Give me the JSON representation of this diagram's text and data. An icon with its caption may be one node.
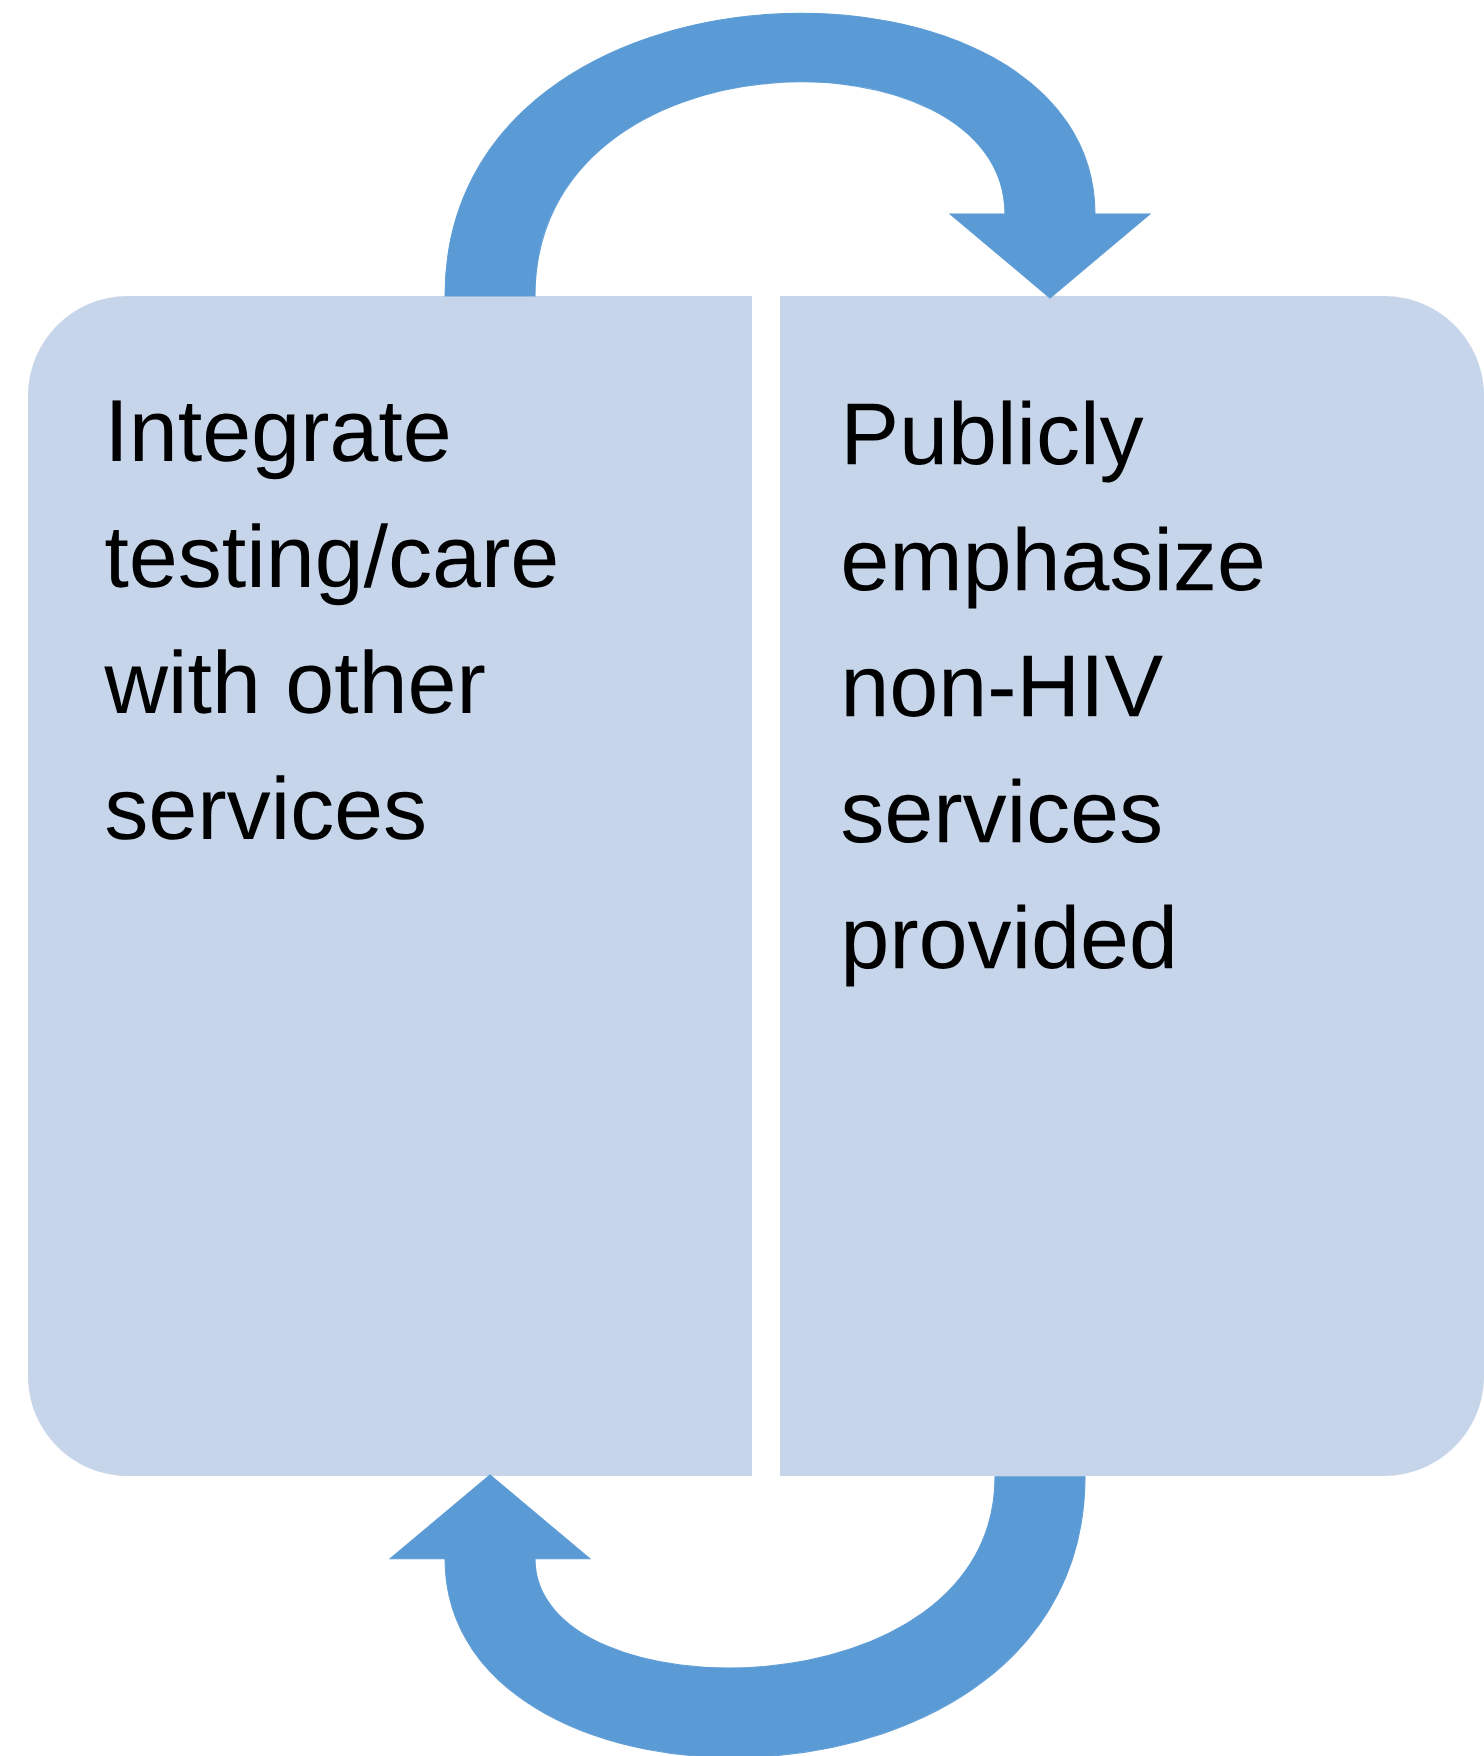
{
  "diagram": {
    "nodes": [
      {
        "text": [
          "Integrate testing/care with other services"
        ]
      },
      {
        "text": [
          "Publicly emphasize non-HIV services provided"
        ]
      }
    ],
    "edges": [
      {
        "from": 0,
        "to": 1,
        "arrow": "to"
      },
      {
        "from": 1,
        "to": 0,
        "arrow": "to"
      }
    ]
  }
}
